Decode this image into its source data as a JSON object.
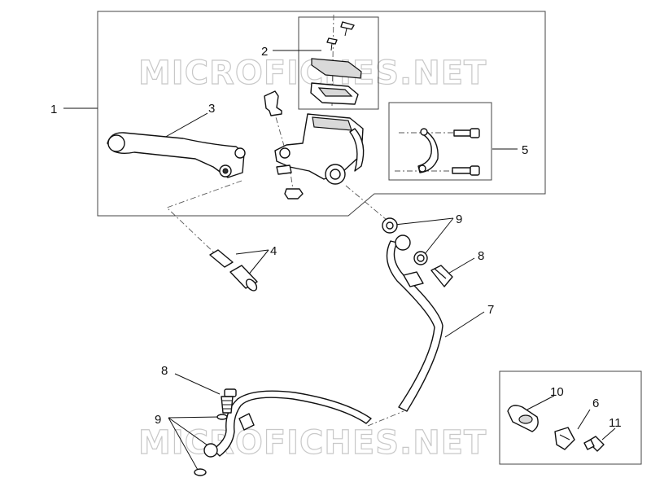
{
  "watermark": {
    "top": "MICROFICHES.NET",
    "bottom": "MICROFICHES.NET"
  },
  "callouts": {
    "n1": "1",
    "n2": "2",
    "n3": "3",
    "n4": "4",
    "n5": "5",
    "n6": "6",
    "n7": "7",
    "n8_top": "8",
    "n8_bottom": "8",
    "n9_top": "9",
    "n9_bottom": "9",
    "n10": "10",
    "n11": "11"
  },
  "colors": {
    "line": "#111111",
    "watermark": "#c8c8c8",
    "shade": "#d9d9d9"
  }
}
